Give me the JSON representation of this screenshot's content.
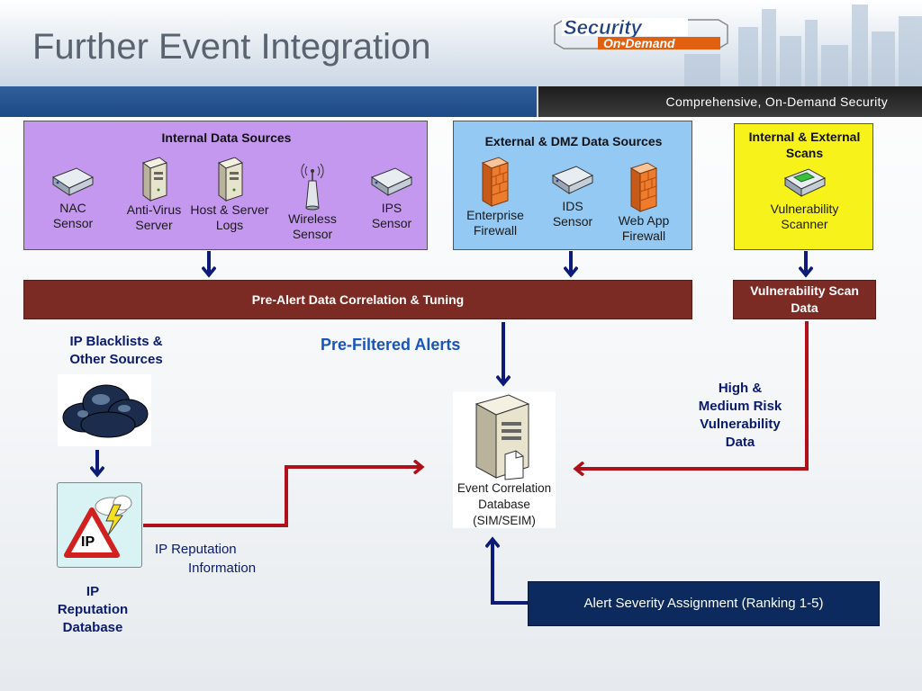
{
  "header": {
    "title": "Further Event Integration",
    "logo_line1": "Security",
    "logo_line2": "On•Demand",
    "tagline": "Comprehensive, On-Demand  Security"
  },
  "internal_sources": {
    "title": "Internal Data Sources",
    "devices": [
      {
        "line1": "NAC",
        "line2": "Sensor",
        "icon": "nac-sensor-icon"
      },
      {
        "line1": "Anti-Virus",
        "line2": "Server",
        "icon": "server-icon"
      },
      {
        "line1": "Host & Server",
        "line2": "Logs",
        "icon": "server-icon"
      },
      {
        "line1": "Wireless",
        "line2": "Sensor",
        "icon": "wireless-sensor-icon"
      },
      {
        "line1": "IPS",
        "line2": "Sensor",
        "icon": "ips-sensor-icon"
      }
    ]
  },
  "external_sources": {
    "title": "External & DMZ Data Sources",
    "devices": [
      {
        "line1": "Enterprise",
        "line2": "Firewall",
        "icon": "firewall-icon"
      },
      {
        "line1": "IDS",
        "line2": "Sensor",
        "icon": "ids-sensor-icon"
      },
      {
        "line1": "Web App",
        "line2": "Firewall",
        "icon": "firewall-icon"
      }
    ]
  },
  "scans": {
    "title_line1": "Internal & External",
    "title_line2": "Scans",
    "device_line1": "Vulnerability",
    "device_line2": "Scanner"
  },
  "pre_alert_label": "Pre-Alert Data Correlation & Tuning",
  "vuln_scan_data": {
    "line1": "Vulnerability Scan",
    "line2": "Data"
  },
  "pre_filtered_alerts": "Pre-Filtered Alerts",
  "ip_blacklists": {
    "line1": "IP Blacklists &",
    "line2": "Other Sources"
  },
  "high_medium_risk": {
    "line1": "High &",
    "line2": "Medium Risk",
    "line3": "Vulnerability",
    "line4": "Data"
  },
  "event_correlation": {
    "line1": "Event Correlation",
    "line2": "Database",
    "line3": "(SIM/SEIM)"
  },
  "ip_reputation_info": {
    "line1": "IP Reputation",
    "line2": "Information"
  },
  "ip_reputation_db": {
    "line1": "IP",
    "line2": "Reputation",
    "line3": "Database",
    "icon_text": "IP"
  },
  "alert_severity": "Alert Severity Assignment (Ranking 1-5)",
  "colors": {
    "internal_bg": "#c598ef",
    "external_bg": "#93c9f3",
    "scans_bg": "#f7f31a",
    "bar_red": "#7b2b24",
    "arrow_navy": "#0c1a78",
    "arrow_red": "#b0101a",
    "severity_bg": "#0c2a5e"
  }
}
